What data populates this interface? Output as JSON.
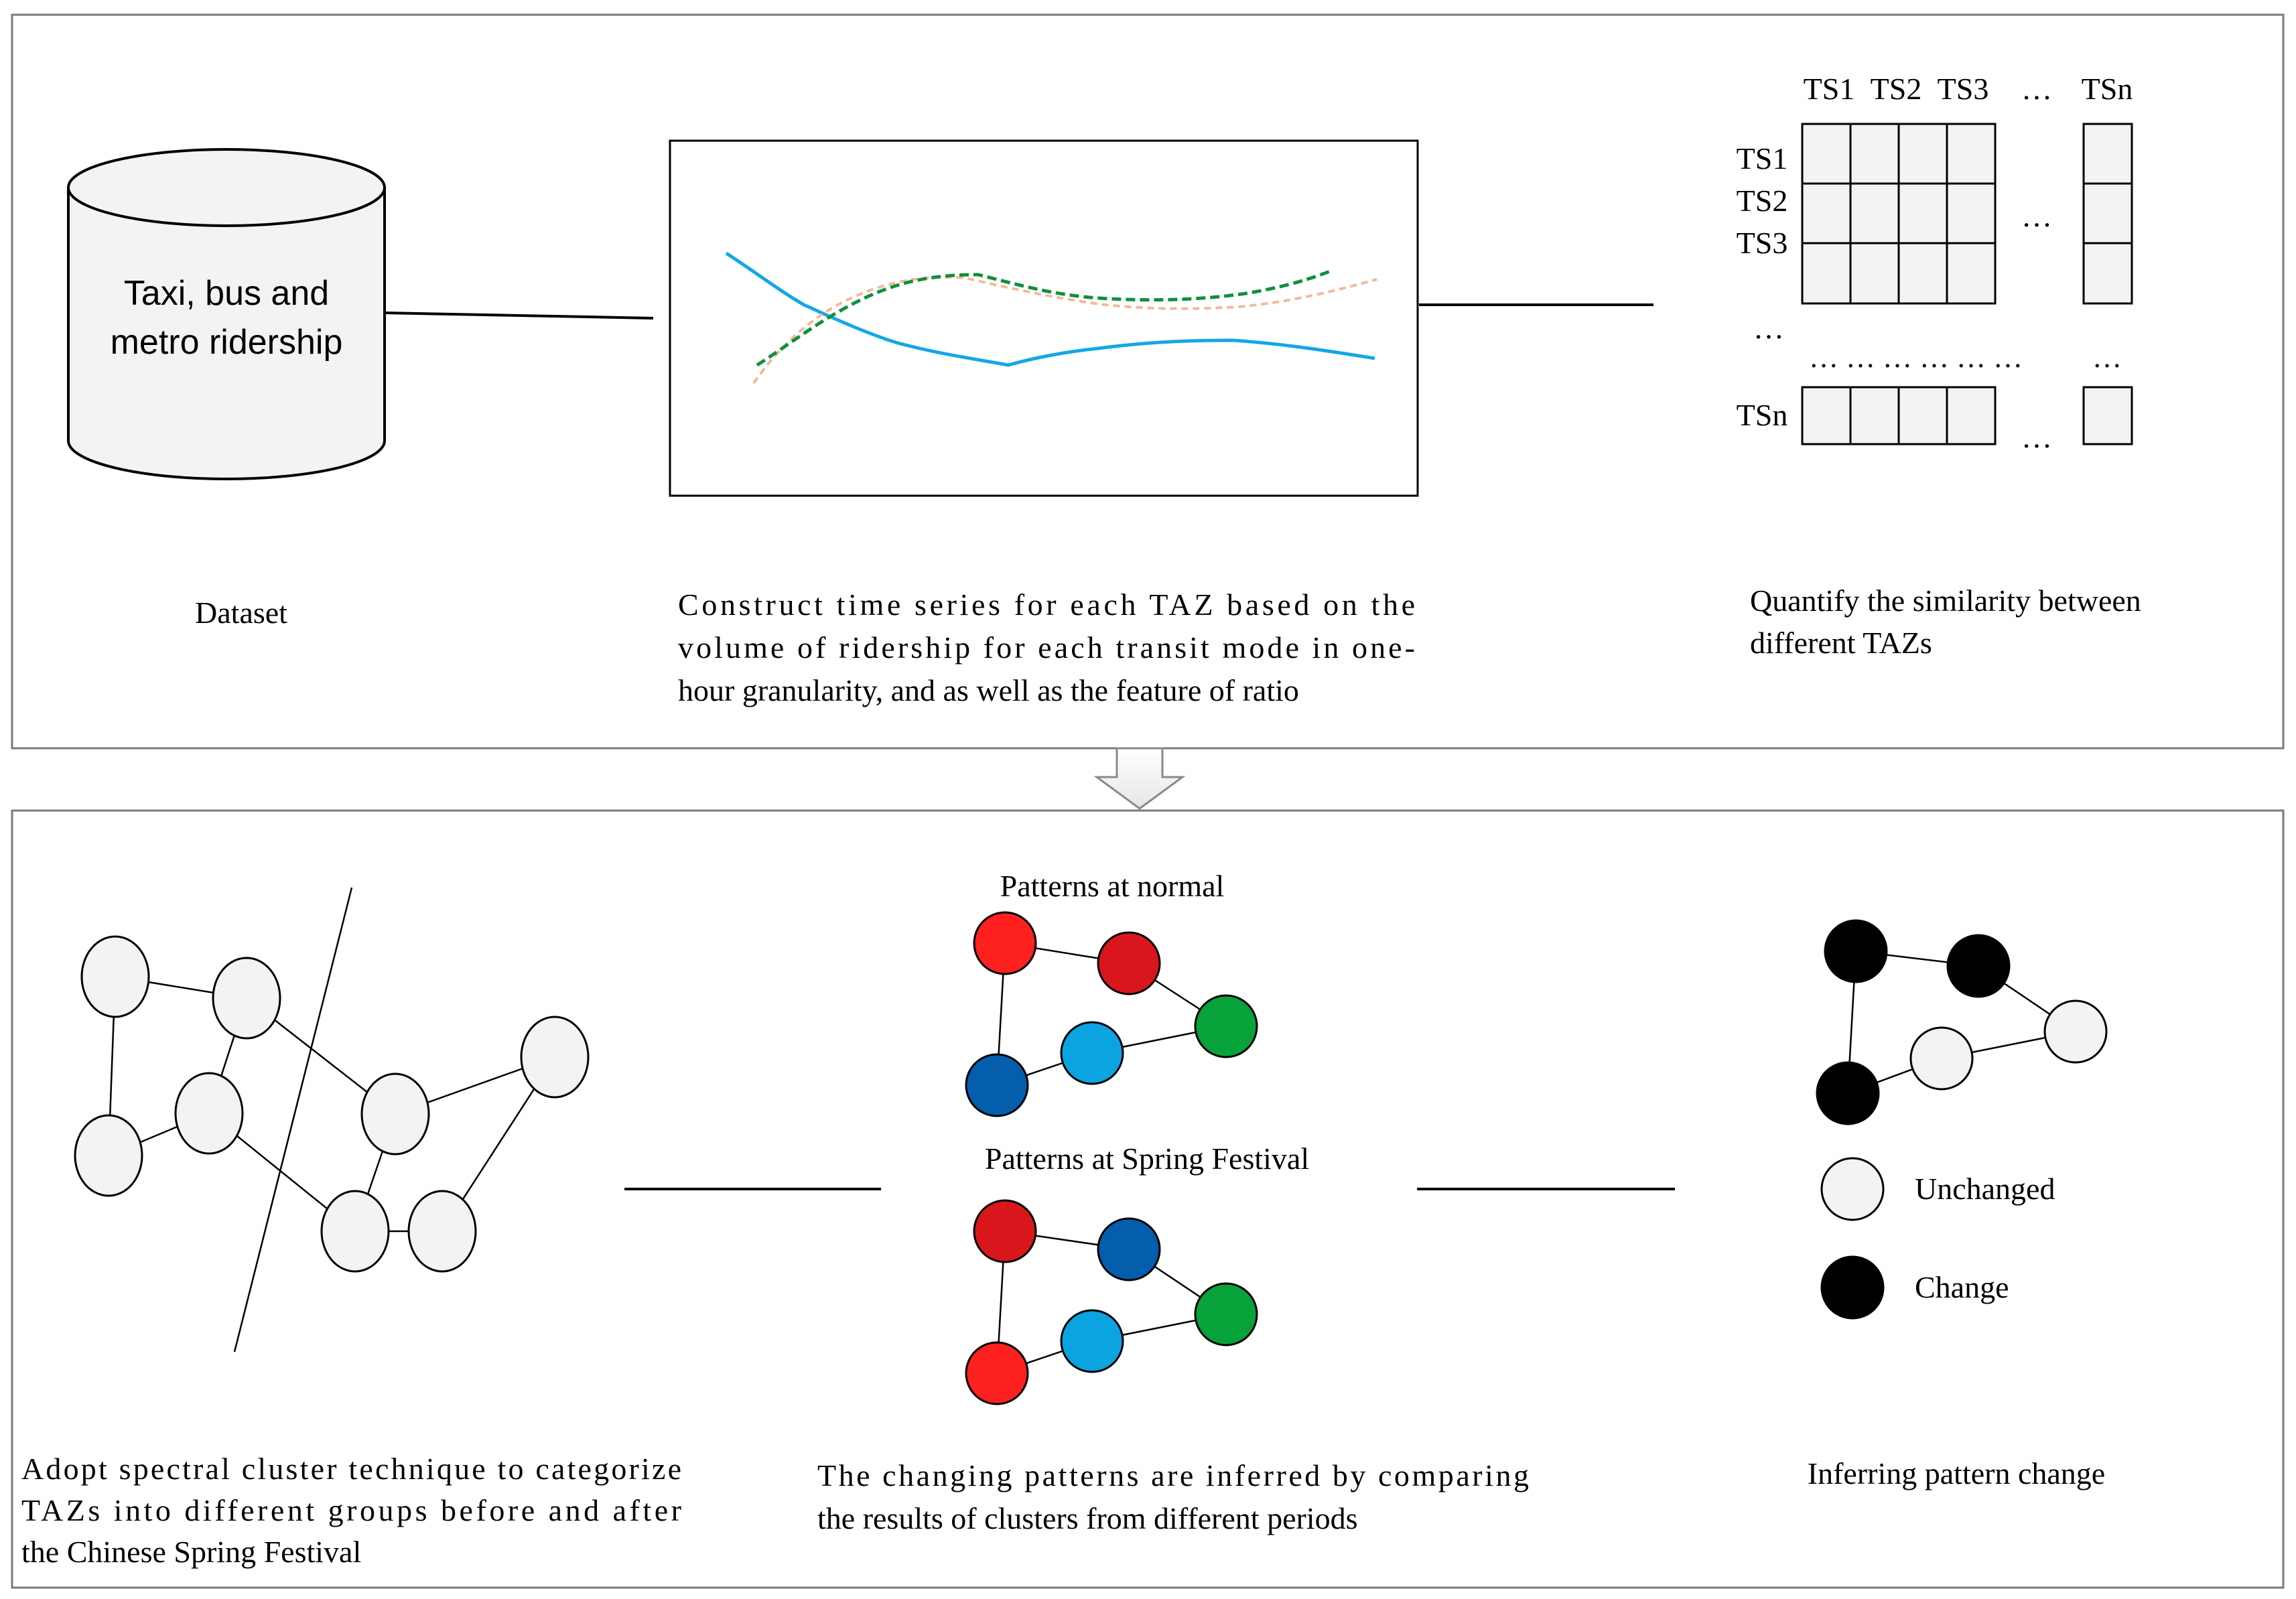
{
  "dataset": {
    "db_label_line1": "Taxi, bus and",
    "db_label_line2": "metro ridership",
    "caption": "Dataset"
  },
  "timeseries": {
    "caption_line1": "Construct  time series for each TAZ based on the",
    "caption_line2": "volume of ridership for each transit mode in one-",
    "caption_line3": "hour granularity, and as well as the feature of ratio"
  },
  "matrix": {
    "col_headers": [
      "TS1",
      "TS2",
      "TS3",
      "…",
      "TSn"
    ],
    "row_headers": [
      "TS1",
      "TS2",
      "TS3",
      "…",
      "TSn"
    ],
    "ellipsis": "…",
    "dots_row": "… … … … … …",
    "caption_line1": "Quantify the similarity between",
    "caption_line2": "different TAZs"
  },
  "clustering": {
    "caption_line1": "Adopt spectral cluster technique to categorize",
    "caption_line2": "TAZs into different groups before and after",
    "caption_line3": "the Chinese Spring Festival"
  },
  "patterns": {
    "normal_title": "Patterns at normal",
    "festival_title": "Patterns at Spring Festival",
    "caption_line1": "The changing patterns are inferred by comparing",
    "caption_line2": "the results of clusters from different periods"
  },
  "inference": {
    "legend_unchanged": "Unchanged",
    "legend_change": "Change",
    "caption": "Inferring pattern change"
  },
  "colors": {
    "red_bright": "#ff2020",
    "red_dark": "#d9161b",
    "green": "#07a33a",
    "blue_dark": "#045eab",
    "blue_light": "#0ba3e0",
    "node_white": "#f3f3f3",
    "node_black": "#000000",
    "line_blue": "#14a7e6",
    "line_green": "#10903a",
    "line_orange": "#f3b998"
  }
}
